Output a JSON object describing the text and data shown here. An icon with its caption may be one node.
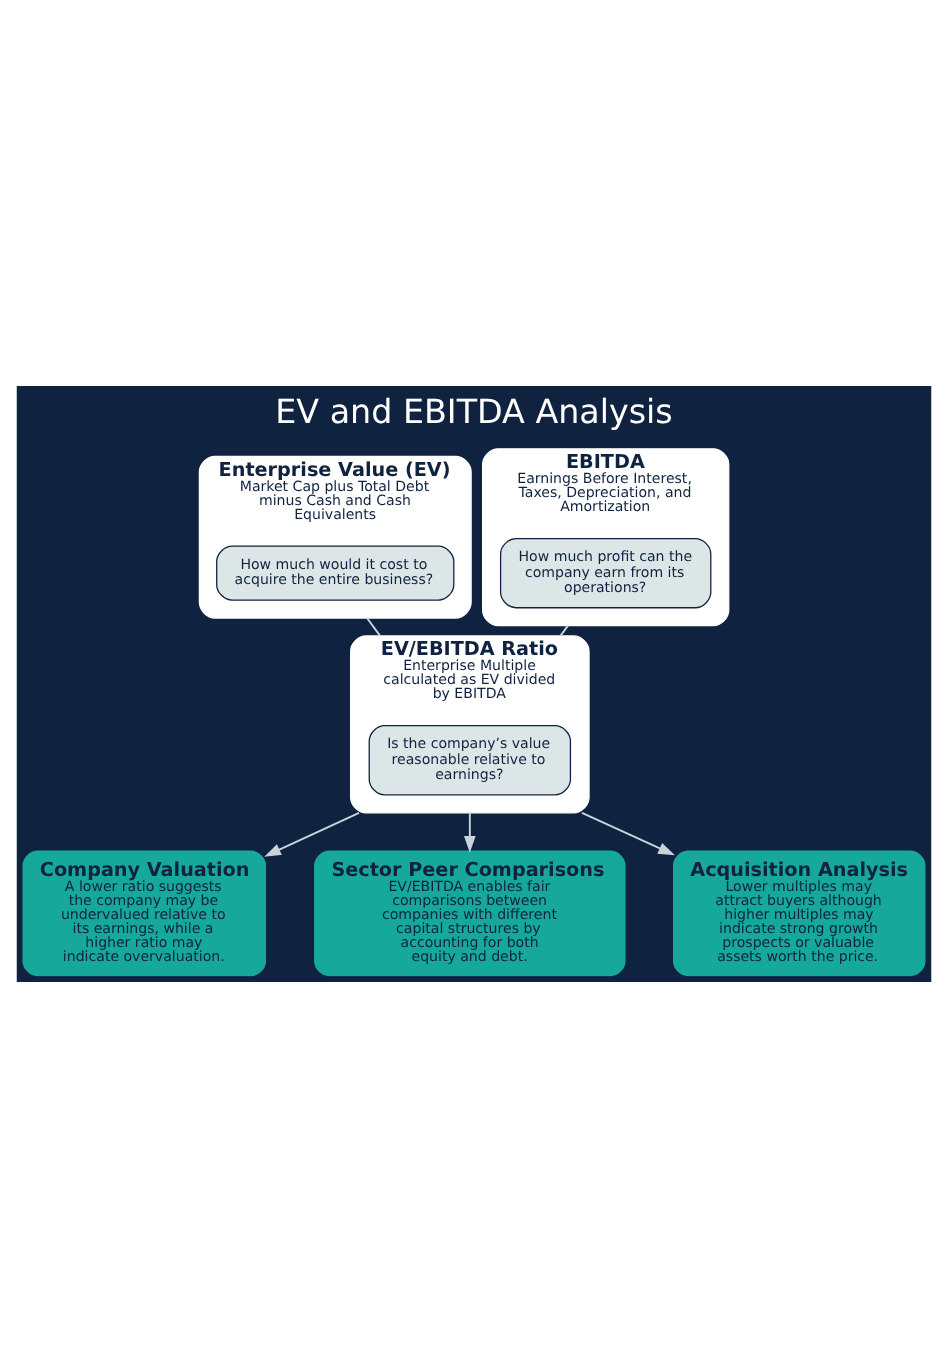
{
  "diagram": {
    "title": "EV and EBITDA Analysis",
    "nodes": [
      {
        "text": [
          "Enterprise Value (EV)",
          "Market Cap plus Total Debt minus Cash and Cash Equivalents"
        ]
      },
      {
        "text": [
          "How much would it cost to acquire the entire business?"
        ],
        "in": 0
      },
      {
        "text": [
          "EBITDA",
          "Earnings Before Interest, Taxes, Depreciation, and Amortization"
        ]
      },
      {
        "text": [
          "How much profit can the company earn from its operations?"
        ],
        "in": 2
      },
      {
        "text": [
          "EV/EBITDA Ratio",
          "Enterprise Multiple calculated as EV divided by EBITDA"
        ]
      },
      {
        "text": [
          "Is the company’s value reasonable relative to earnings?"
        ],
        "in": 4
      },
      {
        "text": [
          "Company Valuation",
          "A lower ratio suggests the company may be undervalued relative to its earnings, while a higher ratio may indicate overvaluation."
        ]
      },
      {
        "text": [
          "Sector Peer Comparisons",
          "EV/EBITDA enables fair comparisons between companies with different capital structures by accounting for both equity and debt."
        ]
      },
      {
        "text": [
          "Acquisition Analysis",
          "Lower multiples may attract buyers although higher multiples may indicate strong growth prospects or valuable assets worth the price."
        ]
      }
    ],
    "edges": [
      {
        "from": 0,
        "to": 4,
        "arrow": "none"
      },
      {
        "from": 2,
        "to": 4,
        "arrow": "none"
      },
      {
        "from": 4,
        "to": 6,
        "arrow": "to"
      },
      {
        "from": 4,
        "to": 7,
        "arrow": "to"
      },
      {
        "from": 4,
        "to": 8,
        "arrow": "to"
      }
    ]
  }
}
